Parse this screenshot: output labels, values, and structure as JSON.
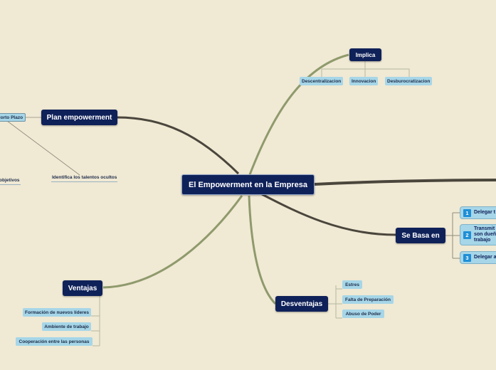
{
  "central_topic": "El Empowerment en la Empresa",
  "branches": {
    "implica": {
      "label": "Implica",
      "items": [
        "Descentralizacion",
        "Innovacion",
        "Desburocratizacion"
      ]
    },
    "plan": {
      "label": "Plan empowerment",
      "items": [
        "Corto Plazo",
        "Identifica los talentos ocultos",
        "objetivos"
      ]
    },
    "se_basa": {
      "label": "Se Basa en",
      "items": [
        {
          "num": "1",
          "lines": [
            "Delegar t"
          ]
        },
        {
          "num": "2",
          "lines": [
            "Transmit",
            "son dueñ",
            "trabajo"
          ]
        },
        {
          "num": "3",
          "lines": [
            "Delegar a"
          ]
        }
      ]
    },
    "ventajas": {
      "label": "Ventajas",
      "items": [
        "Formación de nuevos líderes",
        "Ambiente de trabajo",
        "Cooperación entre las personas"
      ]
    },
    "desventajas": {
      "label": "Desventajas",
      "items": [
        "Estres",
        "Falta de Preparación",
        "Abuso de Poder"
      ]
    }
  },
  "colors": {
    "background": "#f0e9d4",
    "topic_fill": "#0f2159",
    "subtopic_fill": "#a6d6e8",
    "number_badge": "#1f8fd6",
    "link_dark": "#4a463c",
    "link_olive": "#8f9a6c"
  }
}
